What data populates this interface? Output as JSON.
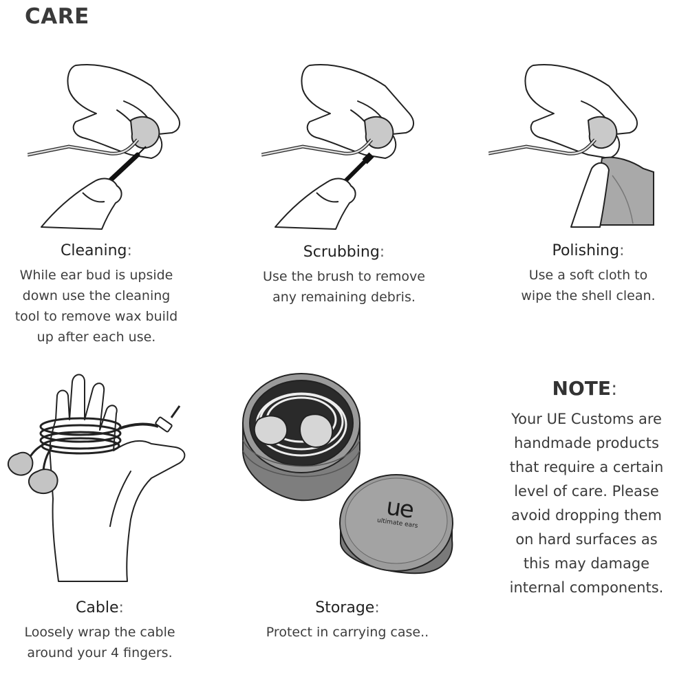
{
  "page": {
    "title": "CARE"
  },
  "steps": [
    {
      "id": "cleaning",
      "heading": "Cleaning",
      "colon": ":",
      "body": "While ear bud is upside\ndown use the cleaning\ntool to remove wax build\nup after each use.",
      "illustration": "hand-cleaning-tool-icon"
    },
    {
      "id": "scrubbing",
      "heading": "Scrubbing",
      "colon": ":",
      "body": "Use the brush to remove\nany remaining debris.",
      "illustration": "hand-brush-icon"
    },
    {
      "id": "polishing",
      "heading": "Polishing",
      "colon": ":",
      "body": "Use a soft cloth to\nwipe the shell clean.",
      "illustration": "hand-cloth-icon"
    },
    {
      "id": "cable",
      "heading": "Cable",
      "colon": ":",
      "body": "Loosely wrap the cable\naround your 4 fingers.",
      "illustration": "hand-cable-wrap-icon"
    },
    {
      "id": "storage",
      "heading": "Storage",
      "colon": ":",
      "body": "Protect in carrying case..",
      "illustration": "carrying-case-icon"
    }
  ],
  "case_logo": {
    "mark": "ue",
    "text": "ultimate ears"
  },
  "note": {
    "heading": "NOTE",
    "colon": ":",
    "body": "Your UE Customs are\nhandmade products\nthat require a certain\nlevel of care. Please\navoid dropping them\non hard surfaces as\nthis may damage\ninternal components."
  },
  "colors": {
    "text": "#2b2b2b",
    "earbud_gray": "#bdbdbd",
    "case_gray": "#8e8e8e",
    "outline": "#222222"
  }
}
